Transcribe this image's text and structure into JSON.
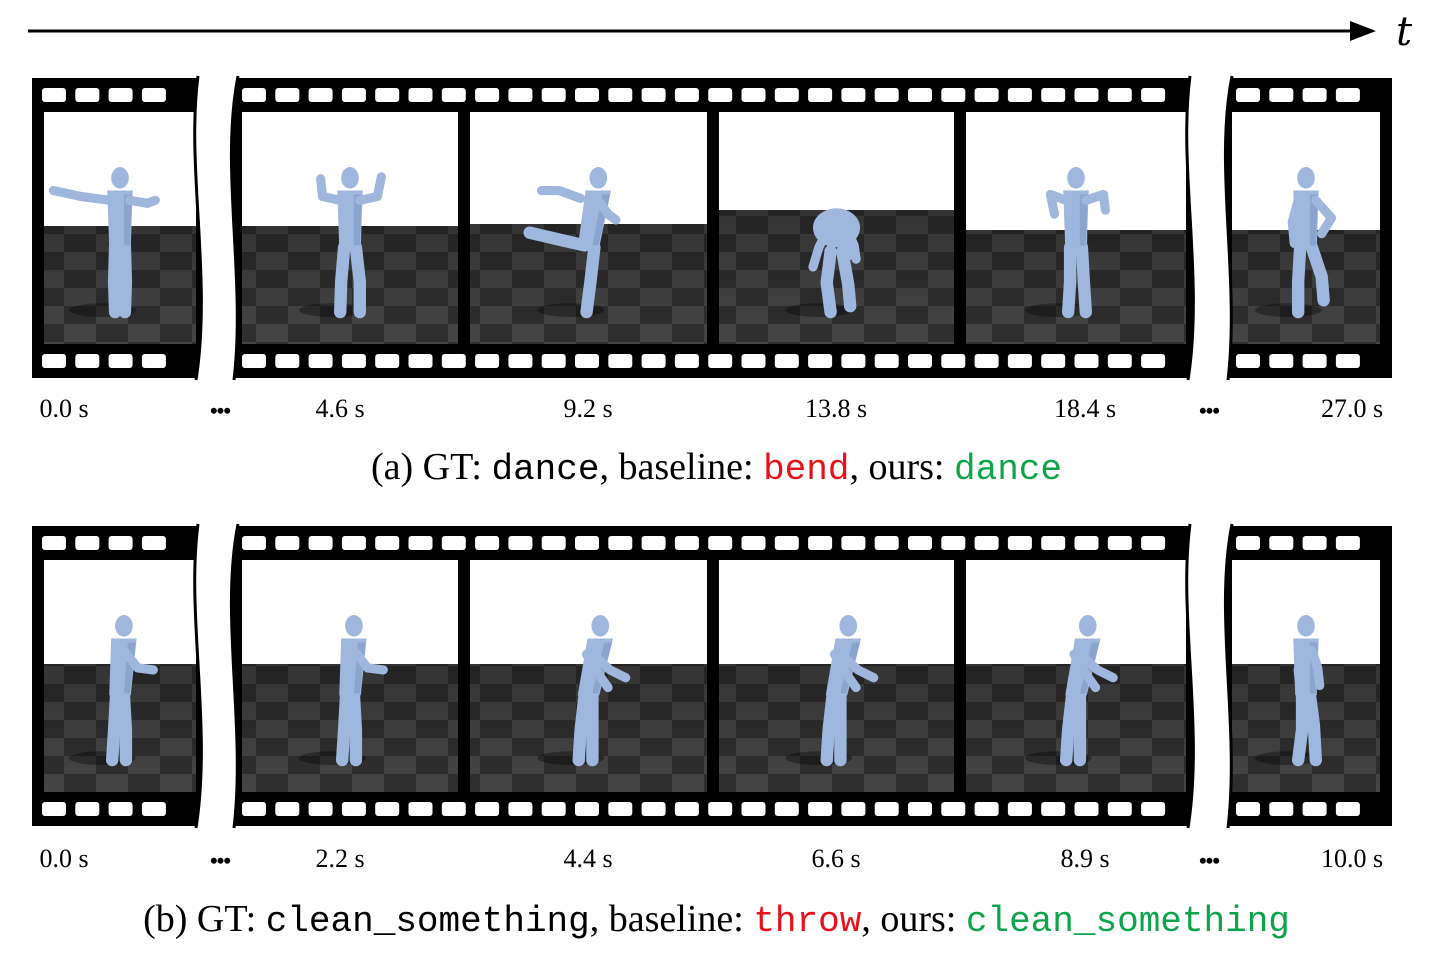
{
  "time_axis": {
    "label": "t"
  },
  "colors": {
    "film": "#000000",
    "sky": "#ffffff",
    "floor_dark": "#2f2f2f",
    "floor_light": "#454545",
    "body": "#9fb6dd",
    "body_shade": "#7f97c3",
    "wrong_label": "#e8111b",
    "right_label": "#0ea54a"
  },
  "examples": [
    {
      "id": "a",
      "timestamps": [
        "0.0 s",
        "4.6 s",
        "9.2 s",
        "13.8 s",
        "18.4 s",
        "27.0 s"
      ],
      "ellipsis": [
        "•••",
        "•••"
      ],
      "caption": {
        "prefix": "(a) GT: ",
        "gt": "dance",
        "baseline_label": ", baseline: ",
        "baseline": "bend",
        "ours_label": ", ours: ",
        "ours": "dance"
      },
      "poses": [
        "t-pose",
        "arms-up",
        "leg-kick",
        "bend-over",
        "arms-bent",
        "hand-on-hip"
      ]
    },
    {
      "id": "b",
      "timestamps": [
        "0.0 s",
        "2.2 s",
        "4.4 s",
        "6.6 s",
        "8.9 s",
        "10.0 s"
      ],
      "ellipsis": [
        "•••",
        "•••"
      ],
      "caption": {
        "prefix": "(b) GT: ",
        "gt": "clean_something",
        "baseline_label": ", baseline: ",
        "baseline": "throw",
        "ours_label": ", ours: ",
        "ours": "clean_something"
      },
      "poses": [
        "side-reach",
        "side-reach",
        "lean-reach",
        "lean-reach",
        "lean-reach",
        "side-stand"
      ]
    }
  ]
}
